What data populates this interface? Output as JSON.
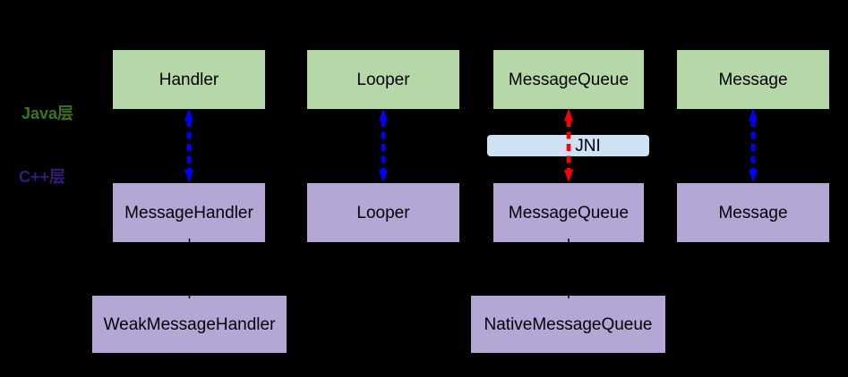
{
  "colors": {
    "background": "#000000",
    "box_green": "#b6d7a8",
    "box_purple": "#b4a7d6",
    "jni_fill": "#cfe2f3",
    "label_java": "#38761d",
    "label_cpp": "#351c75",
    "arrow_blue": "#0000ff",
    "arrow_red": "#ff0000",
    "box_text": "#000000"
  },
  "labels": {
    "java_layer": "Java层",
    "cpp_layer": "C++层",
    "jni": "JNI"
  },
  "java_row": [
    "Handler",
    "Looper",
    "MessageQueue",
    "Message"
  ],
  "cpp_row": [
    "MessageHandler",
    "Looper",
    "MessageQueue",
    "Message"
  ],
  "bottom_row": [
    "WeakMessageHandler",
    "NativeMessageQueue"
  ],
  "arrows": [
    {
      "from": "Handler",
      "to": "MessageHandler",
      "style": "dashed",
      "bidirectional": true,
      "color": "#0000ff"
    },
    {
      "from": "Looper",
      "to": "Looper",
      "style": "dashed",
      "bidirectional": true,
      "color": "#0000ff"
    },
    {
      "from": "MessageQueue",
      "to": "MessageQueue",
      "via": "JNI",
      "style": "dashed",
      "bidirectional": true,
      "color": "#ff0000"
    },
    {
      "from": "Message",
      "to": "Message",
      "style": "dashed",
      "bidirectional": true,
      "color": "#0000ff"
    },
    {
      "from": "MessageHandler",
      "to": "WeakMessageHandler",
      "style": "solid",
      "bidirectional": false,
      "color": "#000000"
    },
    {
      "from": "MessageQueue",
      "to": "NativeMessageQueue",
      "style": "solid",
      "bidirectional": false,
      "color": "#000000"
    }
  ]
}
